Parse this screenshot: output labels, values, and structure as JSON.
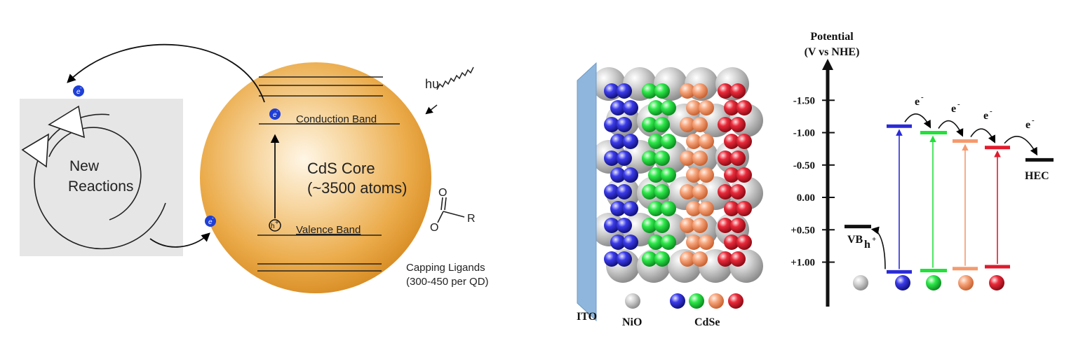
{
  "left_panel": {
    "cycle_label_line1": "New",
    "cycle_label_line2": "Reactions",
    "core_label_line1": "CdS Core",
    "core_label_line2": "(~3500 atoms)",
    "conduction_band": "Conduction Band",
    "valence_band": "Valence Band",
    "photon": "hυ",
    "electron_symbol": "e",
    "electron_charge": "-",
    "hole_symbol": "h",
    "hole_charge": "+",
    "ligand_o_top": "O",
    "ligand_o_bottom": "O",
    "ligand_r": "R",
    "capping_line1": "Capping Ligands",
    "capping_line2": "(300-450 per QD)",
    "colors": {
      "sphere": "#e8a33a",
      "electron": "#1f3fd6",
      "box": "#e6e6e6"
    }
  },
  "electrode": {
    "ito_label": "ITO",
    "nio_label": "NiO",
    "cdse_label": "CdSe",
    "colors": {
      "ito": "#8fb7dd",
      "nio": "#bdbdbd",
      "blue": "#2a2ad8",
      "green": "#22e03a",
      "orange": "#f59a6e",
      "red": "#e01b2d"
    }
  },
  "energy_diagram": {
    "axis_title_line1": "Potential",
    "axis_title_line2": "(V vs NHE)",
    "ticks": [
      "-1.50",
      "-1.00",
      "-0.50",
      "0.00",
      "+0.50",
      "+1.00"
    ],
    "tick_values": [
      -1.5,
      -1.0,
      -0.5,
      0.0,
      0.5,
      1.0
    ],
    "vb_label": "VB",
    "hec_label": "HEC",
    "hole_label": "h",
    "hole_charge": "+",
    "electron_label": "e",
    "electron_charge": "-",
    "levels": {
      "nio_vb": 0.45,
      "blue_cb": -1.1,
      "blue_vb": 1.15,
      "green_cb": -1.0,
      "green_vb": 1.13,
      "orange_cb": -0.87,
      "orange_vb": 1.1,
      "red_cb": -0.77,
      "red_vb": 1.07,
      "hec": -0.58
    }
  }
}
